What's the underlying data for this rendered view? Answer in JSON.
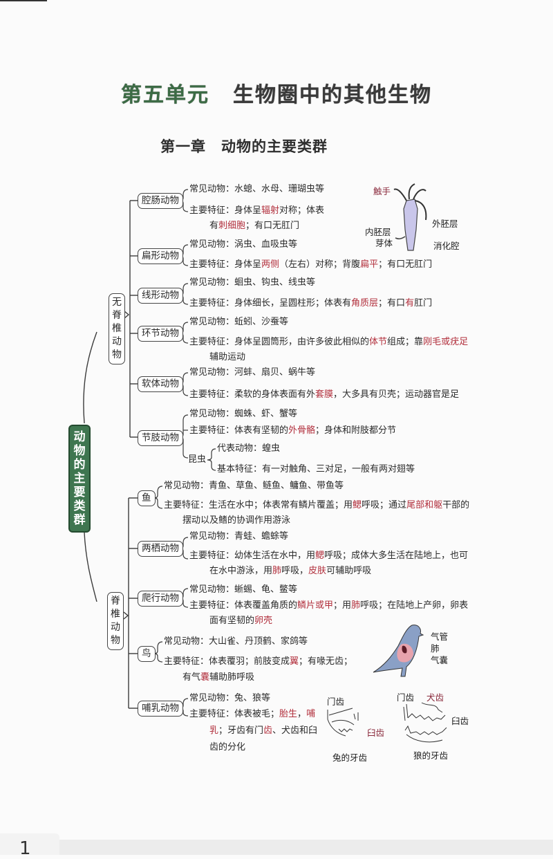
{
  "unit": {
    "number": "第五单元",
    "title": "生物圈中的其他生物"
  },
  "chapter": {
    "number": "第一章",
    "title": "动物的主要类群"
  },
  "root_label": "动物的主要类群",
  "groups": {
    "invertebrates": "无脊椎动物",
    "vertebrates": "脊椎动物"
  },
  "labels": {
    "common": "常见动物：",
    "feature": "主要特征：",
    "rep": "代表动物：",
    "basic": "基本特征："
  },
  "invertebrates": [
    {
      "name": "腔肠动物",
      "common": "水螅、水母、珊瑚虫等",
      "feature": [
        [
          {
            "t": "身体呈"
          },
          {
            "t": "辐射",
            "hl": true
          },
          {
            "t": "对称；体表"
          }
        ],
        [
          {
            "t": "有"
          },
          {
            "t": "刺细胞",
            "hl": true
          },
          {
            "t": "；有口无肛门"
          }
        ]
      ]
    },
    {
      "name": "扁形动物",
      "common": "涡虫、血吸虫等",
      "feature": [
        [
          {
            "t": "身体呈"
          },
          {
            "t": "两侧",
            "hl": true
          },
          {
            "t": "（左右）对称；背腹"
          },
          {
            "t": "扁平",
            "hl": true
          },
          {
            "t": "；有口无肛门"
          }
        ]
      ]
    },
    {
      "name": "线形动物",
      "common": "蛔虫、钩虫、线虫等",
      "feature": [
        [
          {
            "t": "身体细长，呈圆柱形；体表有"
          },
          {
            "t": "角质层",
            "hl": true
          },
          {
            "t": "；有口"
          },
          {
            "t": "有",
            "hl": true
          },
          {
            "t": "肛门"
          }
        ]
      ]
    },
    {
      "name": "环节动物",
      "common": "蚯蚓、沙蚕等",
      "feature": [
        [
          {
            "t": "身体呈圆筒形，由许多彼此相似的"
          },
          {
            "t": "体节",
            "hl": true
          },
          {
            "t": "组成；靠"
          },
          {
            "t": "刚毛或疣足",
            "hl": true
          }
        ],
        [
          {
            "t": "辅助运动"
          }
        ]
      ]
    },
    {
      "name": "软体动物",
      "common": "河蚌、扇贝、蜗牛等",
      "feature": [
        [
          {
            "t": "柔软的身体表面有外"
          },
          {
            "t": "套膜",
            "hl": true
          },
          {
            "t": "，大多具有贝壳；运动器官是足"
          }
        ]
      ]
    },
    {
      "name": "节肢动物",
      "common": "蜘蛛、虾、蟹等",
      "feature": [
        [
          {
            "t": "体表有坚韧的"
          },
          {
            "t": "外骨骼",
            "hl": true
          },
          {
            "t": "；身体和附肢都分节"
          }
        ]
      ],
      "sub": {
        "name": "昆虫",
        "rep": "蝗虫",
        "basic": "有一对触角、三对足，一般有两对翅等"
      }
    }
  ],
  "vertebrates": [
    {
      "name": "鱼",
      "common": "青鱼、草鱼、鲢鱼、鳙鱼、带鱼等",
      "feature": [
        [
          {
            "t": "生活在水中；体表常有鳞片覆盖；用"
          },
          {
            "t": "鳃",
            "hl": true
          },
          {
            "t": "呼吸；通过"
          },
          {
            "t": "尾部和躯",
            "hl": true
          },
          {
            "t": "干部的"
          }
        ],
        [
          {
            "t": "摆动以及鳍的协调作用游泳"
          }
        ]
      ]
    },
    {
      "name": "两栖动物",
      "common": "青蛙、蟾蜍等",
      "feature": [
        [
          {
            "t": "幼体生活在水中，用"
          },
          {
            "t": "鳃",
            "hl": true
          },
          {
            "t": "呼吸；成体大多生活在陆地上，也可"
          }
        ],
        [
          {
            "t": "在水中游泳，用"
          },
          {
            "t": "肺",
            "hl": true
          },
          {
            "t": "呼吸，"
          },
          {
            "t": "皮肤",
            "hl": true
          },
          {
            "t": "可辅助呼吸"
          }
        ]
      ]
    },
    {
      "name": "爬行动物",
      "common": "蜥蜴、龟、鳖等",
      "feature": [
        [
          {
            "t": "体表覆盖角质的"
          },
          {
            "t": "鳞片或甲",
            "hl": true
          },
          {
            "t": "；用"
          },
          {
            "t": "肺",
            "hl": true
          },
          {
            "t": "呼吸；在陆地上产卵，卵表"
          }
        ],
        [
          {
            "t": "面有坚韧的"
          },
          {
            "t": "卵壳",
            "hl": true
          }
        ]
      ]
    },
    {
      "name": "鸟",
      "common": "大山雀、丹顶鹤、家鸽等",
      "feature": [
        [
          {
            "t": "体表覆羽；前肢变成"
          },
          {
            "t": "翼",
            "hl": true
          },
          {
            "t": "；有喙无齿；"
          }
        ],
        [
          {
            "t": "有气"
          },
          {
            "t": "囊",
            "hl": true
          },
          {
            "t": "辅助肺呼吸"
          }
        ]
      ]
    },
    {
      "name": "哺乳动物",
      "common": "兔、狼等",
      "feature": [
        [
          {
            "t": "体表被毛；"
          },
          {
            "t": "胎生",
            "hl": true
          },
          {
            "t": "，"
          },
          {
            "t": "哺",
            "hl": true
          }
        ],
        [
          {
            "t": "乳",
            "hl": true
          },
          {
            "t": "；牙齿有门"
          },
          {
            "t": "齿",
            "hl": true
          },
          {
            "t": "、犬齿和臼"
          }
        ],
        [
          {
            "t": "齿的分化"
          }
        ]
      ]
    }
  ],
  "figures": {
    "hydra": {
      "labels": [
        "触手",
        "外胚层",
        "内胚层",
        "芽体",
        "消化腔"
      ]
    },
    "pigeon": {
      "labels": [
        "气管",
        "肺",
        "气囊"
      ]
    },
    "rabbit_teeth": {
      "caption": "兔的牙齿",
      "labels": [
        "门齿",
        "臼齿"
      ]
    },
    "wolf_teeth": {
      "caption": "狼的牙齿",
      "labels": [
        "门齿",
        "犬齿",
        "臼齿"
      ]
    }
  },
  "page_number": "1"
}
